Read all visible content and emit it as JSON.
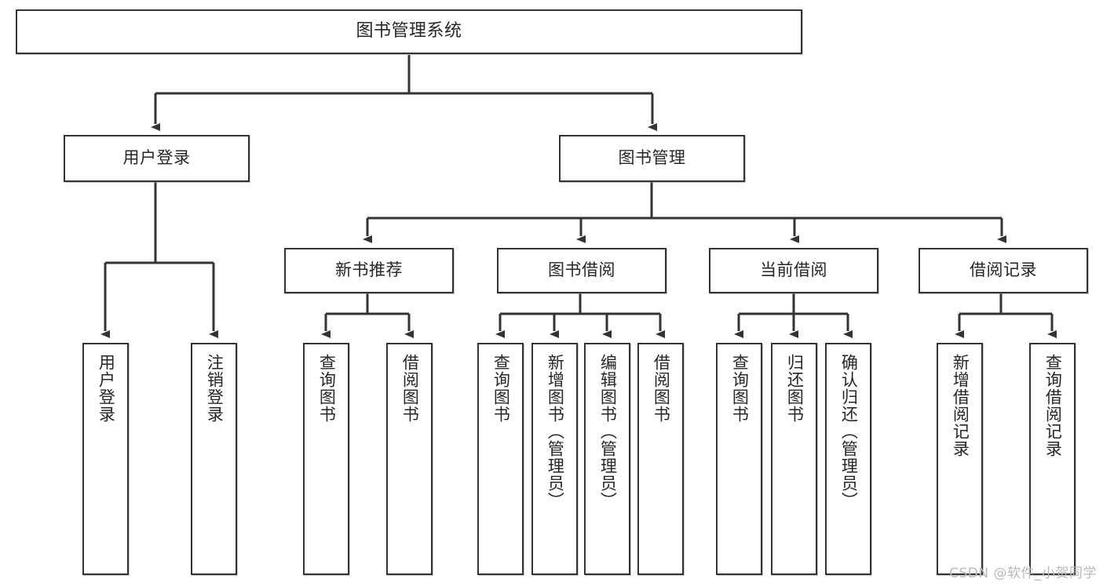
{
  "diagram": {
    "type": "tree",
    "title": "图书管理系统",
    "root": {
      "label": "图书管理系统"
    },
    "level2": [
      {
        "label": "用户登录"
      },
      {
        "label": "图书管理"
      }
    ],
    "level3": [
      {
        "label": "新书推荐"
      },
      {
        "label": "图书借阅"
      },
      {
        "label": "当前借阅"
      },
      {
        "label": "借阅记录"
      }
    ],
    "leaves": {
      "user_login": [
        {
          "label": "用户登录"
        },
        {
          "label": "注销登录"
        }
      ],
      "new_book_recommend": [
        {
          "label": "查询图书"
        },
        {
          "label": "借阅图书"
        }
      ],
      "book_borrow": [
        {
          "label": "查询图书"
        },
        {
          "label": "新增图书（管理员）"
        },
        {
          "label": "编辑图书（管理员）"
        },
        {
          "label": "借阅图书"
        }
      ],
      "current_borrow": [
        {
          "label": "查询图书"
        },
        {
          "label": "归还图书"
        },
        {
          "label": "确认归还（管理员）"
        }
      ],
      "borrow_record": [
        {
          "label": "新增借阅记录"
        },
        {
          "label": "查询借阅记录"
        }
      ]
    }
  },
  "watermark": {
    "text": "CSDN @软件_小贺同学"
  },
  "colors": {
    "border": "#333333",
    "text": "#262626",
    "background": "#ffffff",
    "watermark": "#b9b9b9"
  }
}
